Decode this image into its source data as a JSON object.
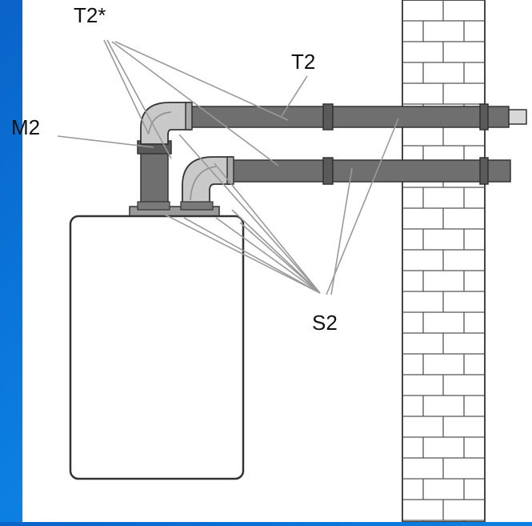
{
  "labels": {
    "t2_star": "T2*",
    "t2": "T2",
    "m2": "M2",
    "s2": "S2"
  },
  "colors": {
    "background": "#0b7ee0",
    "panel": "#ffffff",
    "pipe": "#6f6f6f",
    "elbow": "#c9c9c9",
    "outline": "#333333",
    "leader": "#9a9a9a"
  }
}
